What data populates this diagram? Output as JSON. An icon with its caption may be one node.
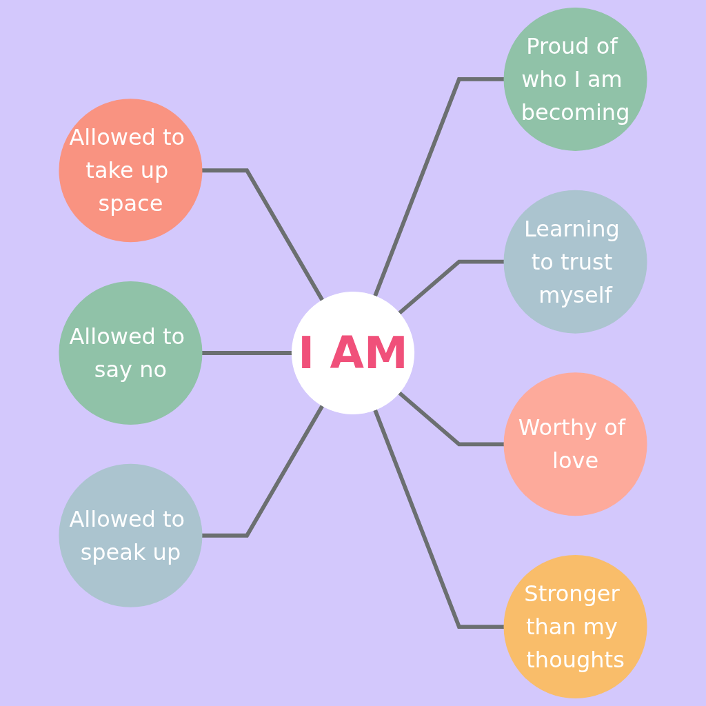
{
  "diagram": {
    "nodes": [
      {
        "text": [
          "Allowed to take up space"
        ]
      },
      {
        "text": [
          "Proud of who I am becoming"
        ]
      },
      {
        "text": [
          "Allowed to say no"
        ]
      },
      {
        "text": [
          "I AM"
        ]
      },
      {
        "text": [
          "Learning to trust myself"
        ]
      },
      {
        "text": [
          "Allowed to speak up"
        ]
      },
      {
        "text": [
          "Worthy of love"
        ]
      },
      {
        "text": [
          "Stronger than my thoughts"
        ]
      }
    ],
    "edges": [
      {
        "from": 0,
        "to": 3,
        "arrow": "none"
      },
      {
        "from": 2,
        "to": 3,
        "arrow": "none"
      },
      {
        "from": 5,
        "to": 3,
        "arrow": "none"
      },
      {
        "from": 3,
        "to": 1,
        "arrow": "none"
      },
      {
        "from": 3,
        "to": 4,
        "arrow": "none"
      },
      {
        "from": 3,
        "to": 6,
        "arrow": "none"
      },
      {
        "from": 3,
        "to": 7,
        "arrow": "none"
      }
    ]
  }
}
